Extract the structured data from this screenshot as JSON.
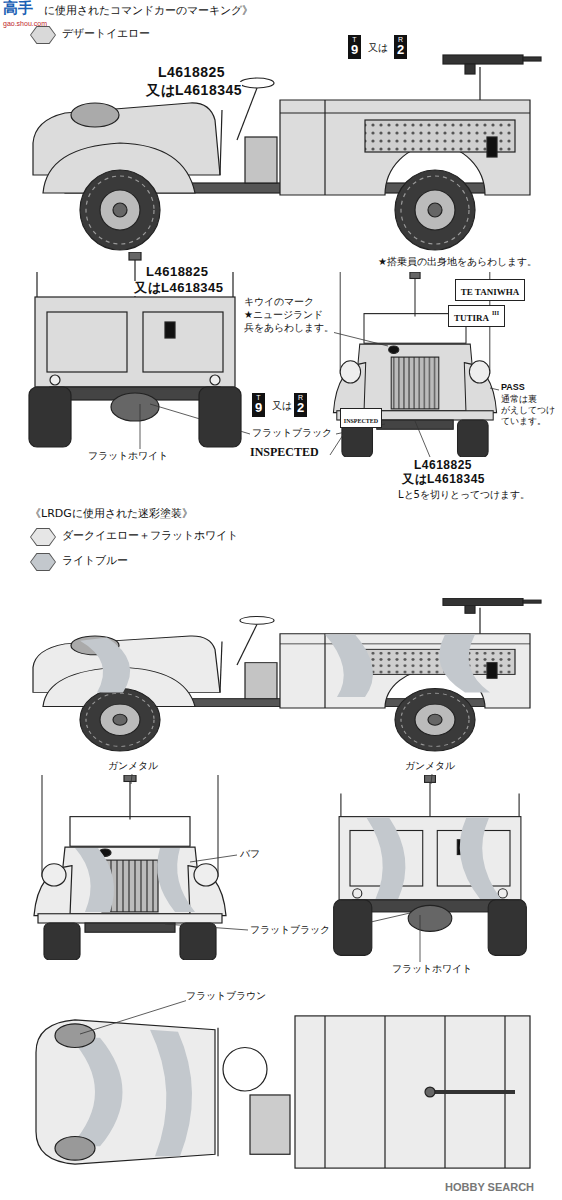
{
  "diagram": {
    "title": "に使用されたコマンドカーのマーキング》",
    "nodes": [
      {
        "text": [
          "T",
          "9"
        ]
      },
      {
        "text": [
          "R",
          "2"
        ]
      },
      {
        "text": [
          "TE TANIWHA"
        ]
      },
      {
        "text": [
          "TUTIRA",
          "III"
        ]
      },
      {
        "text": [
          "INSPECTED"
        ]
      },
      {
        "text": [
          "T",
          "9"
        ]
      },
      {
        "text": [
          "R",
          "2"
        ]
      }
    ],
    "labels": [
      "L4618825",
      "又はL4618345",
      "又は",
      "L4618825",
      "又はL4618345",
      "又は",
      "★搭乗員の出身地をあらわします。",
      "キウイのマーク",
      "★ニュージランド",
      "兵をあらわします。",
      "PASS",
      "通常は裏",
      "がえしてつけ",
      "ています。",
      "フラットブラック",
      "フラットホワイト",
      "INSPECTED",
      "L4618825",
      "又はL4618345",
      "Lと5を切りとってつけます。",
      "《LRDGに使用された迷彩塗装》",
      "ガンメタル",
      "バフ",
      "ガンメタル",
      "フラットブラック",
      "フラットホワイト",
      "フラットブラウン",
      "高手",
      "gao.shou.com",
      "HOBBY SEARCH"
    ],
    "legend": [
      {
        "text": "デザートイエロー",
        "color": "#d9d9d9"
      },
      {
        "text": "ダークイエロー＋フラットホワイト",
        "color": "#e6e6e6"
      },
      {
        "text": "ライトブルー",
        "color": "#c3c8cd"
      }
    ]
  }
}
